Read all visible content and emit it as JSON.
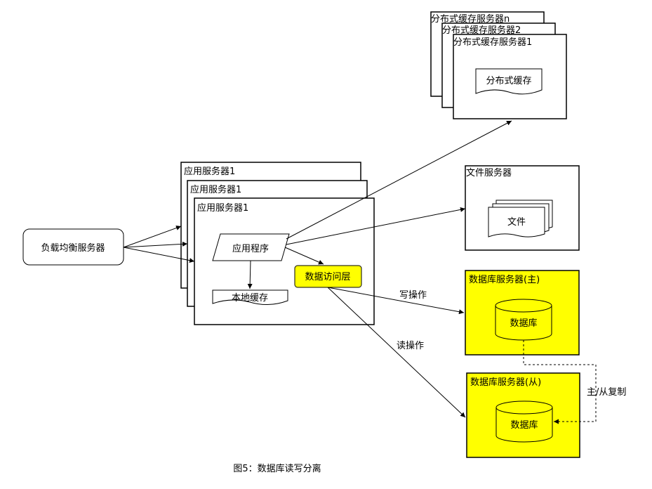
{
  "diagram": {
    "caption": "图5：数据库读写分离",
    "load_balancer": "负载均衡服务器",
    "app_servers": [
      "应用服务器1",
      "应用服务器1",
      "应用服务器1"
    ],
    "app_program": "应用程序",
    "local_cache": "本地缓存",
    "data_access_layer": "数据访问层",
    "cache_servers": [
      "分布式缓存服务器n",
      "分布式缓存服务器2",
      "分布式缓存服务器1"
    ],
    "distributed_cache": "分布式缓存",
    "file_server": "文件服务器",
    "file": "文件",
    "db_master": "数据库服务器(主)",
    "db_slave": "数据库服务器(从)",
    "database_master": "数据库",
    "database_slave": "数据库",
    "write_op": "写操作",
    "read_op": "读操作",
    "replication": "主/从复制",
    "colors": {
      "highlight": "#ffff00",
      "stroke": "#000000"
    }
  }
}
